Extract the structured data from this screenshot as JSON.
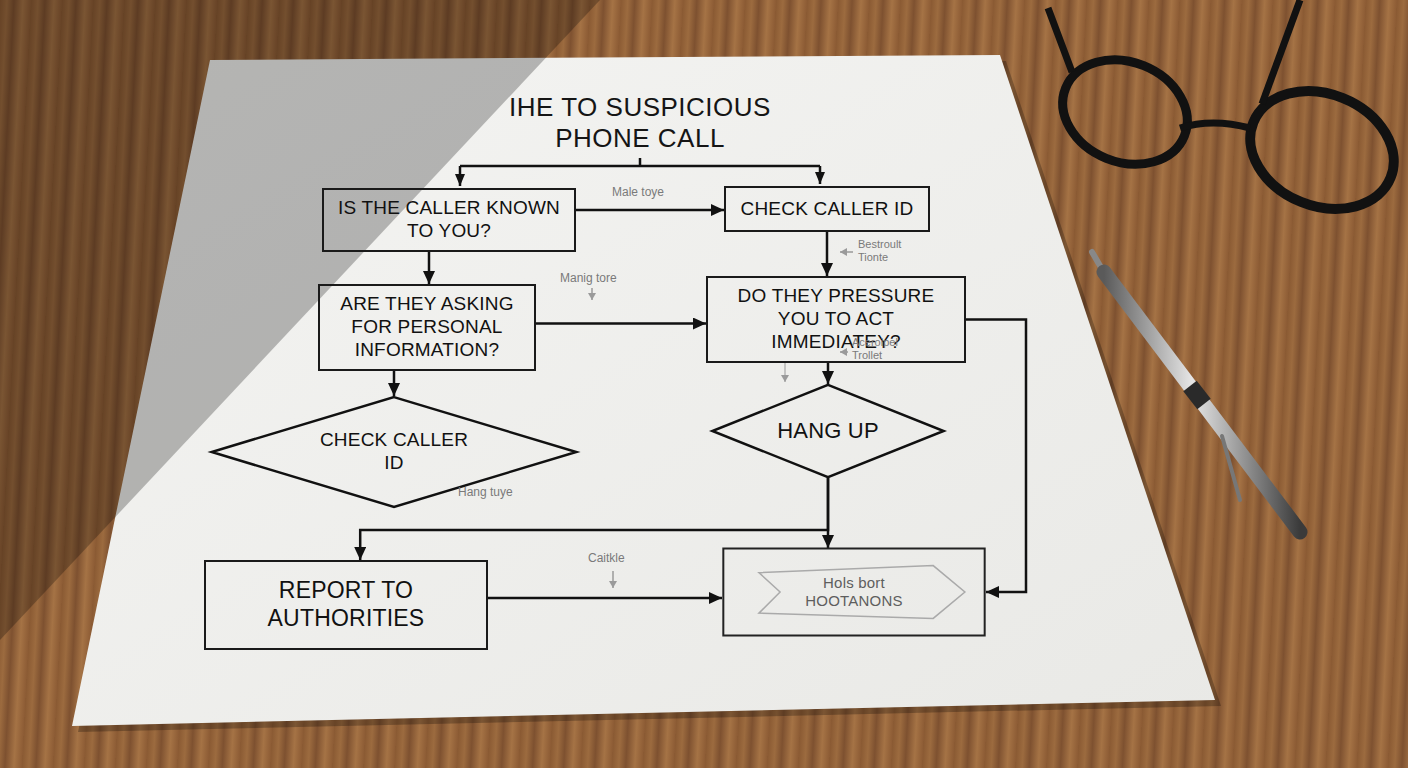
{
  "diagram": {
    "title": "IHE TO SUSPICIOUS PHONE CALL",
    "nodes": [
      {
        "text": [
          "IS THE CALLER KNOWN TO YOU?"
        ]
      },
      {
        "text": [
          "CHECK CALLER ID"
        ]
      },
      {
        "text": [
          "ARE THEY ASKING FOR PERSONAL INFORMATION?"
        ]
      },
      {
        "text": [
          "DO THEY PRESSURE YOU TO ACT IMMEDIATEY?"
        ]
      },
      {
        "text": [
          "CHECK CALLER ID"
        ]
      },
      {
        "text": [
          "HANG UP"
        ]
      },
      {
        "text": [
          "REPORT TO AUTHORITIES"
        ]
      },
      {
        "text": [
          "Hols bort HOOTANONS"
        ]
      }
    ],
    "edges": [
      {
        "from": 0,
        "to": 1,
        "arrow": "to"
      },
      {
        "from": 1,
        "to": 3,
        "arrow": "to"
      },
      {
        "from": 0,
        "to": 2,
        "arrow": "to"
      },
      {
        "from": 2,
        "to": 3,
        "arrow": "to"
      },
      {
        "from": 2,
        "to": 4,
        "arrow": "to"
      },
      {
        "from": 3,
        "to": 5,
        "arrow": "to"
      },
      {
        "from": 3,
        "to": 7,
        "arrow": "to"
      },
      {
        "from": 5,
        "to": 7,
        "arrow": "to"
      },
      {
        "from": 5,
        "to": 6,
        "arrow": "to"
      },
      {
        "from": 6,
        "to": 7,
        "arrow": "to"
      }
    ],
    "labels": [
      "Male toye",
      "Bestroult Tionte",
      "Manig tore",
      "Aceroipel Trollet",
      "Hang tuye",
      "Caitkle"
    ]
  }
}
